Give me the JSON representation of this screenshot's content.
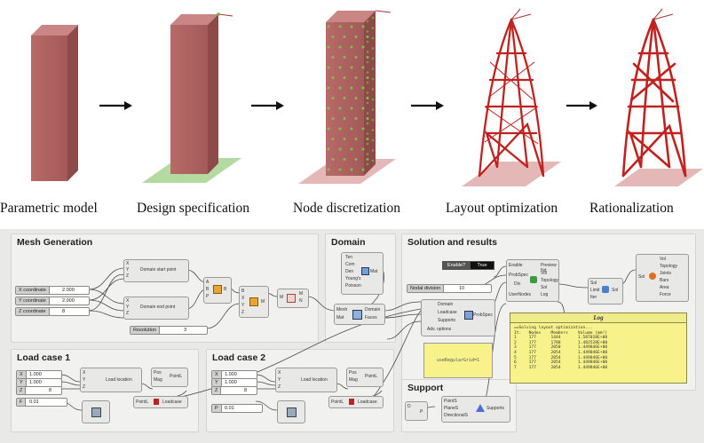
{
  "stages": [
    {
      "label": "Parametric model"
    },
    {
      "label": "Design specification"
    },
    {
      "label": "Node discretization"
    },
    {
      "label": "Layout optimization"
    },
    {
      "label": "Rationalization"
    }
  ],
  "panels": {
    "mesh_generation": {
      "title": "Mesh Generation",
      "start_point": "Domain start point",
      "end_point": "Domain end point",
      "sliders": [
        {
          "label": "X coordinate",
          "value": "2.000"
        },
        {
          "label": "Y coordinate",
          "value": "2.000"
        },
        {
          "label": "Z coordinate",
          "value": "8"
        }
      ],
      "resolution": {
        "label": "Resolution",
        "value": "3"
      },
      "pins_xyz": [
        "X",
        "Y",
        "Z"
      ],
      "pins_abp": [
        "A",
        "B",
        "P"
      ],
      "pins_bxyz": [
        "B",
        "X",
        "Y",
        "Z"
      ],
      "out_b": "B",
      "out_m": "M",
      "pins_mn": [
        "M",
        "N"
      ]
    },
    "domain": {
      "title": "Domain",
      "inputs": [
        "Ten",
        "Com",
        "Den",
        "Young's",
        "Poisson"
      ],
      "output": "Mat",
      "domain_inputs": [
        "Mesh",
        "Mat"
      ],
      "domain_outputs": [
        "Domain",
        "Faces"
      ]
    },
    "solution": {
      "title": "Solution and results",
      "enabled_label": "Enable?",
      "enabled_value": "True",
      "nodal_label": "Nodal division",
      "nodal_value": "10",
      "solver_inputs": [
        "Enable",
        "ProbSpec",
        "Div",
        "UserNodes"
      ],
      "solver_outputs": [
        "Preview Nd",
        "Vol",
        "Topology",
        "Sol",
        "Log"
      ],
      "post_inputs": [
        "Sol",
        "Limit",
        "Iter"
      ],
      "post_output": "Sol",
      "final_input": "Sol",
      "final_outputs": [
        "Vol",
        "Topology",
        "Joints",
        "Bars",
        "Area",
        "Force"
      ],
      "problem_inputs": [
        "Domain",
        "Loadcase",
        "Supports",
        "Adv. options"
      ],
      "problem_output": "ProbSpec",
      "note": "useRegularGrid=1"
    },
    "log": {
      "title": "Log",
      "lines": [
        "==Solving layout optimization...",
        "It.   Nodes    Members    Volume (mm³)",
        "1     177      1444       1.587018E+00",
        "2     177      1788       1.482528E+00",
        "3     177      2050       1.449846E+00",
        "4     177      2054       1.449846E+00",
        "5     177      2054       1.449846E+00",
        "6     177      2054       1.449846E+00",
        "7     177      2054       1.449846E+00"
      ]
    },
    "load_case_1": {
      "title": "Load case 1",
      "sliders": [
        "1.000",
        "1.000",
        "8",
        "0.01"
      ],
      "inputs": [
        "X",
        "Y",
        "Z"
      ],
      "location": "Load location",
      "pos_mag": [
        "Pos",
        "Mag"
      ],
      "pointl": "PointL",
      "loadcase": "Loadcase",
      "point_in": "PointL"
    },
    "load_case_2": {
      "title": "Load case 2",
      "sliders": [
        "1.000",
        "1.000",
        "8",
        "0.01"
      ],
      "inputs": [
        "X",
        "Y",
        "Z"
      ],
      "location": "Load location",
      "pos_mag": [
        "Pos",
        "Mag"
      ],
      "pointl": "PointL",
      "loadcase": "Loadcase",
      "point_in": "PointL"
    },
    "support": {
      "title": "Support",
      "inputs": [
        "PointS",
        "PlaneS",
        "DirectionalS"
      ],
      "output": "Supports",
      "small_pins": [
        "D",
        "P"
      ]
    }
  }
}
